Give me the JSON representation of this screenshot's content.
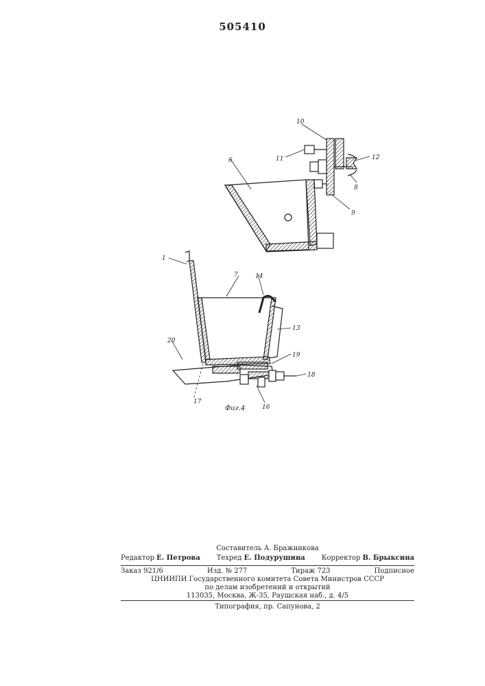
{
  "page_number": "505410",
  "figure": {
    "caption": "Фиг.4",
    "labels": {
      "l1": "1",
      "l6": "6",
      "l7": "7",
      "l8": "8",
      "l9": "9",
      "l10": "10",
      "l11": "11",
      "l12": "12",
      "l13": "13",
      "l14": "14",
      "l16": "16",
      "l18": "18",
      "l19": "19",
      "l20": "20",
      "l17": "17"
    }
  },
  "colophon": {
    "compiler": "Составитель А. Бражникова",
    "editor_label": "Редактор",
    "editor_name": "Е. Петрова",
    "techred_label": "Техред",
    "techred_name": "Е. Подурушина",
    "corrector_label": "Корректор",
    "corrector_name": "В. Брыксина",
    "order": "Заказ 921/6",
    "izd": "Изд. № 277",
    "tirazh": "Тираж 723",
    "podpisnoe": "Подписное",
    "org_line1": "ЦНИИПИ Государственного комитета Совета Министров СССР",
    "org_line2": "по делам изобретений и открытий",
    "org_line3": "113035, Москва, Ж-35, Раушская наб., д. 4/5",
    "printer": "Типография, пр. Сапунова, 2"
  }
}
